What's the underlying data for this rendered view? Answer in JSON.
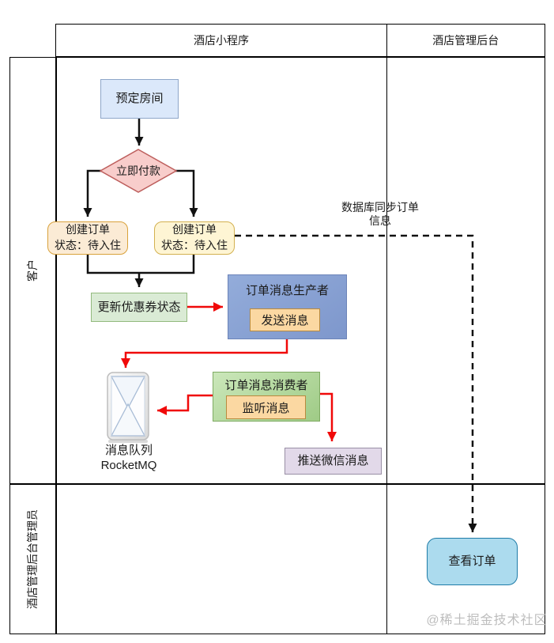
{
  "header": {
    "lane_app": "酒店小程序",
    "lane_admin": "酒店管理后台"
  },
  "lanes": {
    "customer": "客户",
    "admin": "酒店管理后台管理员"
  },
  "nodes": {
    "book_room": "预定房间",
    "pay_now": "立即付款",
    "create_order_left": {
      "line1": "创建订单",
      "line2": "状态：待入住"
    },
    "create_order_right": {
      "line1": "创建订单",
      "line2": "状态：待入住"
    },
    "update_coupon": "更新优惠券状态",
    "producer": {
      "title": "订单消息生产者",
      "button": "发送消息"
    },
    "consumer": {
      "title": "订单消息消费者",
      "button": "监听消息"
    },
    "mq": {
      "line1": "消息队列",
      "line2": "RocketMQ"
    },
    "push_wechat": "推送微信消息",
    "view_order": "查看订单"
  },
  "edges": {
    "db_sync": {
      "line1": "数据库同步订单",
      "line2": "信息"
    }
  },
  "watermark": "@稀土掘金技术社区",
  "icons": {
    "mq": "envelope-icon"
  },
  "colors": {
    "connector_red": "#f00909",
    "connector_black": "#111111",
    "book_room_fill": "#dbe8fa",
    "book_room_border": "#8ea6c9",
    "diamond_fill": "#f8cdcb",
    "diamond_border": "#bd5e5c",
    "order_left_fill": "#fbebd5",
    "order_left_border": "#d9a23b",
    "order_right_fill": "#fef5d4",
    "order_right_border": "#d3b150",
    "coupon_fill": "#daebd5",
    "coupon_border": "#93ba7e",
    "producer_fill": "#87a0d3",
    "consumer_fill": "#b0d69a",
    "inner_button_fill": "#fbd8a2",
    "inner_button_border": "#b98a3e",
    "push_fill": "#e2d9e9",
    "push_border": "#998fa5",
    "view_order_fill": "#acdbee",
    "view_order_border": "#1f7ca8",
    "watermark_color": "#bdbdbd"
  }
}
